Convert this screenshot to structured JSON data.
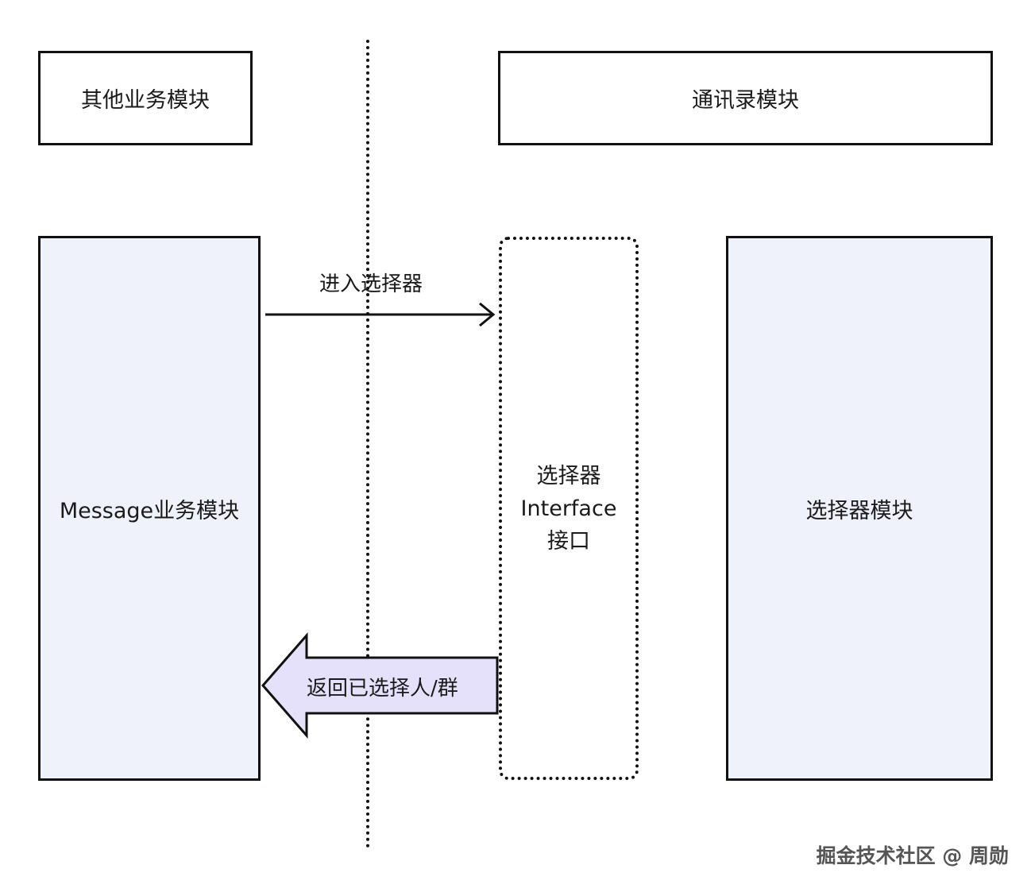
{
  "nodes": {
    "other_module": "其他业务模块",
    "contacts_module": "通讯录模块",
    "message_module": "Message业务模块",
    "selector_interface": [
      "选择器",
      "Interface",
      "接口"
    ],
    "selector_module": "选择器模块"
  },
  "edges": {
    "enter_selector": "进入选择器",
    "return_selected": "返回已选择人/群"
  },
  "watermark": "掘金技术社区 @ 周勋",
  "colors": {
    "border": "#111111",
    "module_fill": "#eff2fb",
    "return_arrow_fill": "#e6e1fb"
  }
}
